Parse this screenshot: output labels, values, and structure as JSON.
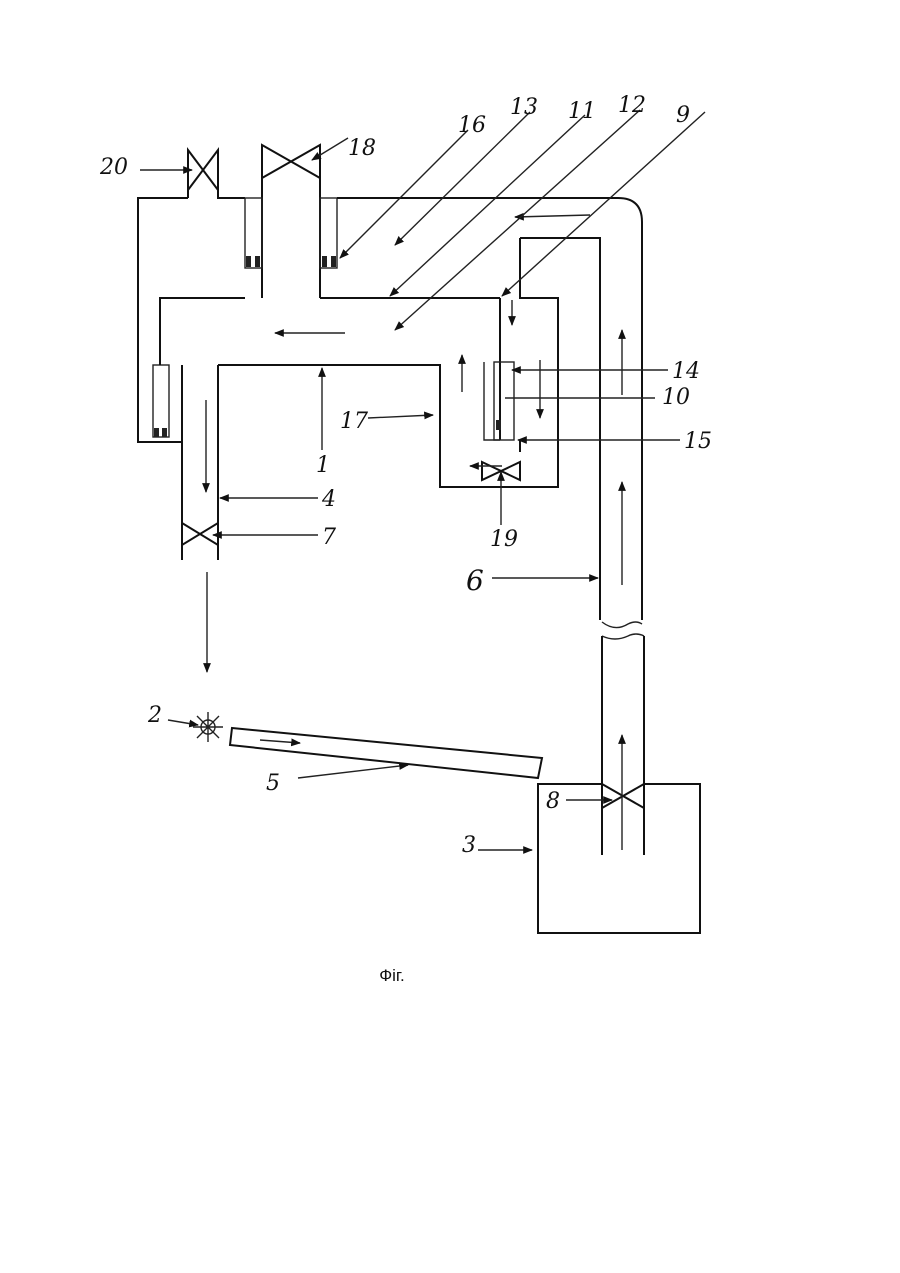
{
  "caption": "Фіг.",
  "labels": {
    "l1": "1",
    "l2": "2",
    "l3": "3",
    "l4": "4",
    "l5": "5",
    "l6": "6",
    "l7": "7",
    "l8": "8",
    "l9": "9",
    "l10": "10",
    "l11": "11",
    "l12": "12",
    "l13": "13",
    "l14": "14",
    "l15": "15",
    "l16": "16",
    "l17": "17",
    "l18": "18",
    "l19": "19",
    "l20": "20"
  },
  "colors": {
    "ink": "#111111",
    "paper": "#ffffff"
  }
}
